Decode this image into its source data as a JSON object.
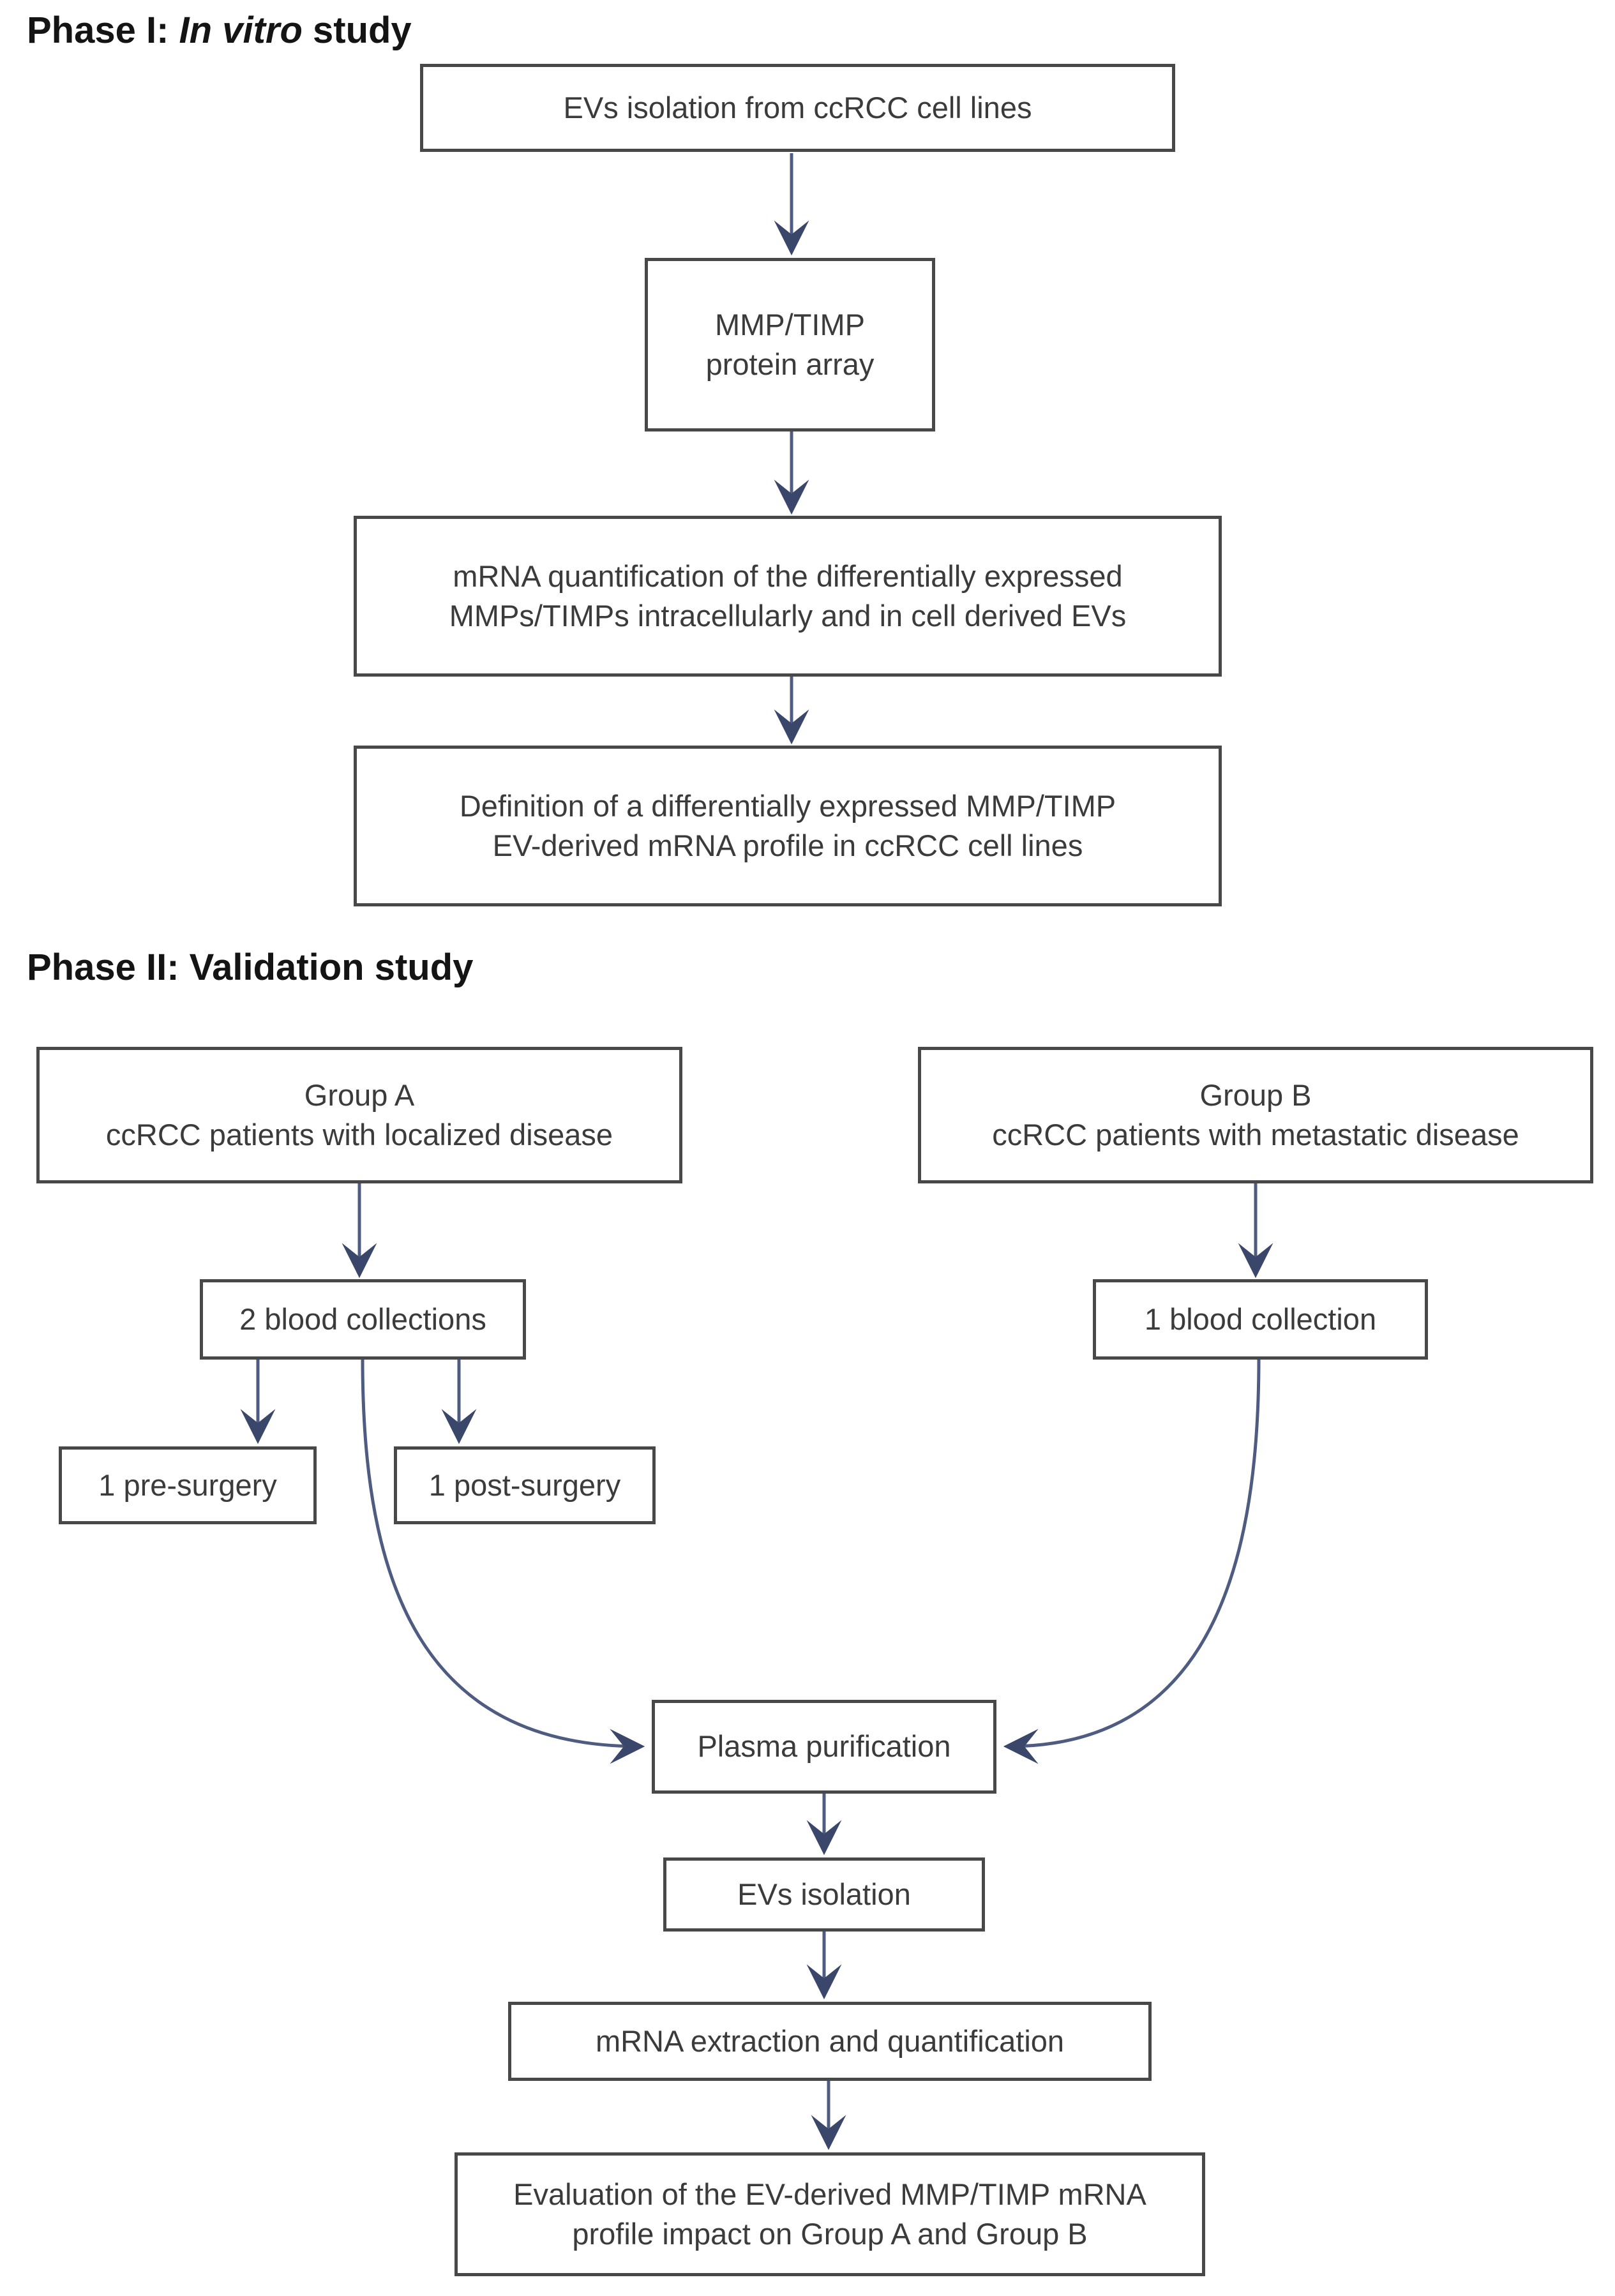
{
  "page": {
    "background": "#ffffff"
  },
  "colors": {
    "box_border": "#484848",
    "box_text": "#3b3b3b",
    "title_text": "#141414",
    "arrow_line": "#4e5c82",
    "arrow_head": "#3a476b"
  },
  "phase1": {
    "title": {
      "prefix": "Phase I: ",
      "italic": "In vitro",
      "suffix": " study"
    },
    "boxes": [
      {
        "id": "evs-isolation-cell-lines",
        "lines": [
          "EVs isolation from ccRCC cell lines"
        ]
      },
      {
        "id": "mmp-timp-protein-array",
        "lines": [
          "MMP/TIMP",
          "protein array"
        ]
      },
      {
        "id": "mrna-quantification",
        "lines": [
          "mRNA quantification of the differentially expressed",
          "MMPs/TIMPs intracellularly and in cell derived EVs"
        ]
      },
      {
        "id": "definition-profile",
        "lines": [
          "Definition of a differentially expressed MMP/TIMP",
          "EV-derived mRNA profile in ccRCC cell lines"
        ]
      }
    ]
  },
  "phase2": {
    "title": {
      "prefix": "Phase II: Validation study",
      "italic": "",
      "suffix": ""
    },
    "boxes": [
      {
        "id": "group-a",
        "lines": [
          "Group A",
          "ccRCC patients with localized disease"
        ]
      },
      {
        "id": "group-b",
        "lines": [
          "Group B",
          "ccRCC patients with metastatic disease"
        ]
      },
      {
        "id": "two-blood-collections",
        "lines": [
          "2 blood collections"
        ]
      },
      {
        "id": "one-blood-collection",
        "lines": [
          "1 blood collection"
        ]
      },
      {
        "id": "pre-surgery",
        "lines": [
          "1 pre-surgery"
        ]
      },
      {
        "id": "post-surgery",
        "lines": [
          "1 post-surgery"
        ]
      },
      {
        "id": "plasma-purification",
        "lines": [
          "Plasma purification"
        ]
      },
      {
        "id": "evs-isolation",
        "lines": [
          "EVs isolation"
        ]
      },
      {
        "id": "mrna-extraction",
        "lines": [
          "mRNA extraction and quantification"
        ]
      },
      {
        "id": "evaluation",
        "lines": [
          "Evaluation of the EV-derived MMP/TIMP mRNA",
          "profile impact on Group A and Group B"
        ]
      }
    ]
  },
  "edges": [
    {
      "from": "evs-isolation-cell-lines",
      "to": "mmp-timp-protein-array"
    },
    {
      "from": "mmp-timp-protein-array",
      "to": "mrna-quantification"
    },
    {
      "from": "mrna-quantification",
      "to": "definition-profile"
    },
    {
      "from": "group-a",
      "to": "two-blood-collections"
    },
    {
      "from": "group-b",
      "to": "one-blood-collection"
    },
    {
      "from": "two-blood-collections",
      "to": "pre-surgery"
    },
    {
      "from": "two-blood-collections",
      "to": "post-surgery"
    },
    {
      "from": "two-blood-collections",
      "to": "plasma-purification"
    },
    {
      "from": "one-blood-collection",
      "to": "plasma-purification"
    },
    {
      "from": "plasma-purification",
      "to": "evs-isolation"
    },
    {
      "from": "evs-isolation",
      "to": "mrna-extraction"
    },
    {
      "from": "mrna-extraction",
      "to": "evaluation"
    }
  ]
}
